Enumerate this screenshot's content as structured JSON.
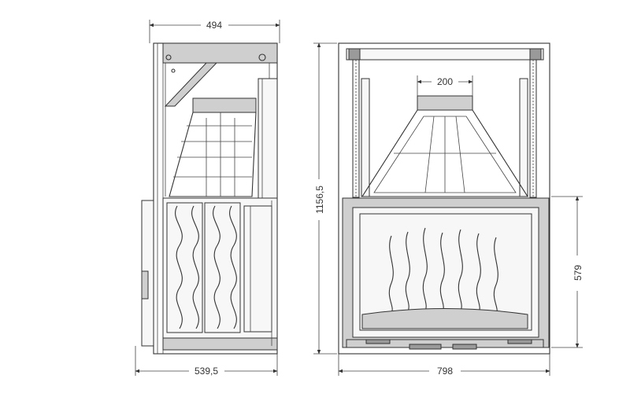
{
  "dimensions": {
    "side_top_width": "494",
    "side_bottom_width": "539,5",
    "total_height": "1156,5",
    "flue_diameter": "200",
    "door_height": "579",
    "front_width": "798"
  },
  "colors": {
    "line": "#333333",
    "panel_fill": "#cfcfcf",
    "dark_fill": "#9a9a9a",
    "background": "#ffffff"
  }
}
